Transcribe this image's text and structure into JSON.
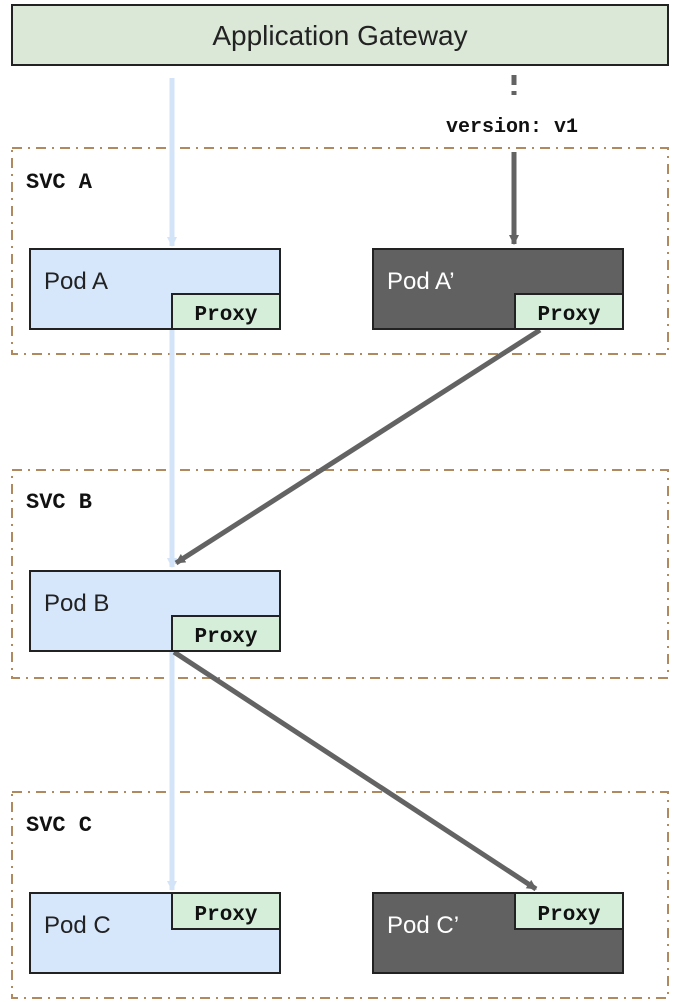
{
  "gateway": {
    "label": "Application Gateway"
  },
  "route_label": "version: v1",
  "services": [
    {
      "label": "SVC A"
    },
    {
      "label": "SVC B"
    },
    {
      "label": "SVC C"
    }
  ],
  "pods": [
    {
      "label": "Pod A",
      "proxy": "Proxy"
    },
    {
      "label": "Pod A’",
      "proxy": "Proxy"
    },
    {
      "label": "Pod B",
      "proxy": "Proxy"
    },
    {
      "label": "Pod C",
      "proxy": "Proxy"
    },
    {
      "label": "Pod C’",
      "proxy": "Proxy"
    }
  ],
  "colors": {
    "gateway_fill": "#dbe8d8",
    "pod_v0_fill": "#d6e6fb",
    "pod_v1_fill": "#616161",
    "proxy_fill": "#d4eed9",
    "route_v0": "#d3e4f8",
    "route_v1": "#636363",
    "service_border": "#b08a5e"
  }
}
